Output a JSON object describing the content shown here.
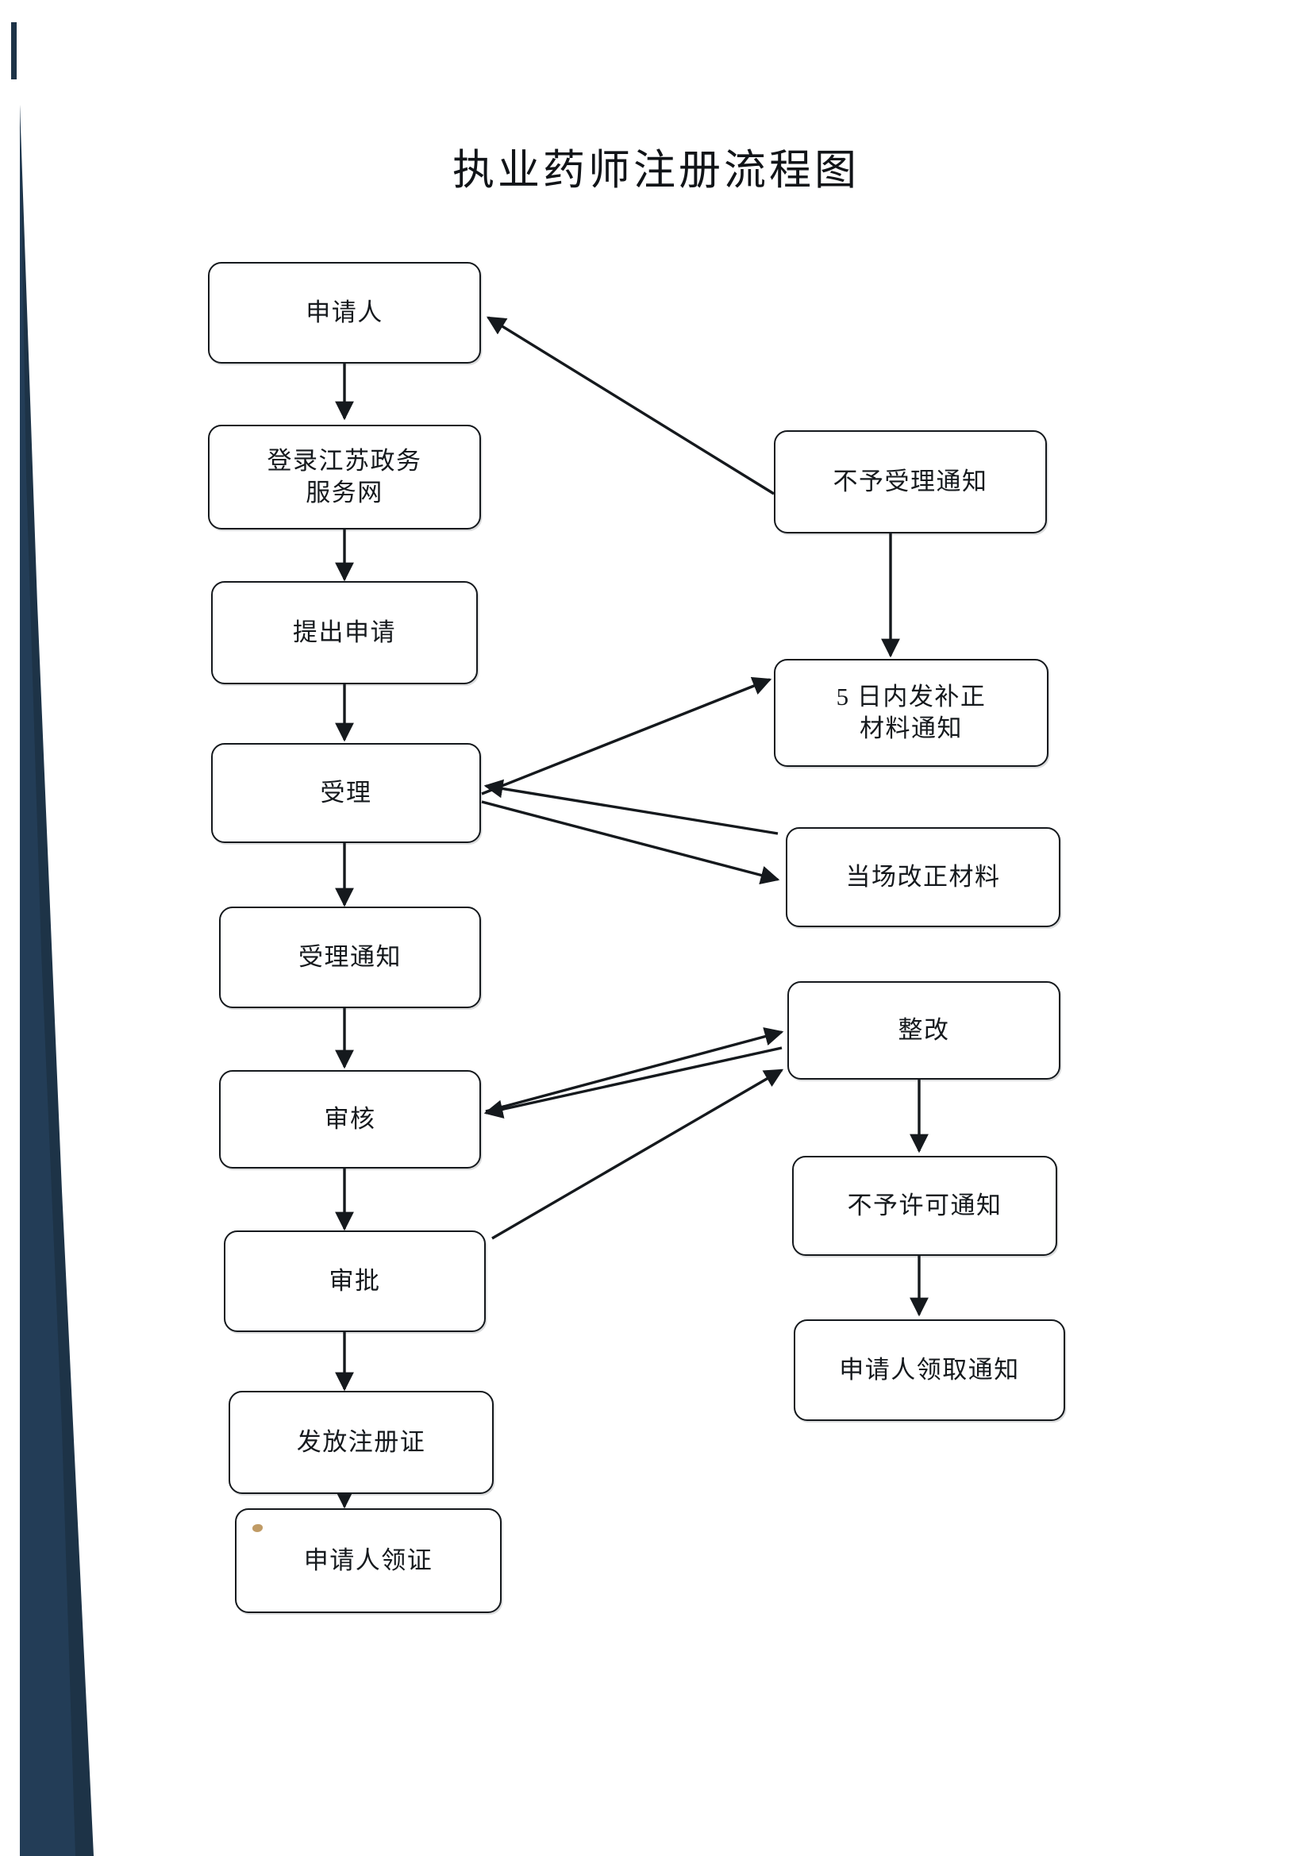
{
  "document": {
    "title": "执业药师注册流程图",
    "page_background": "#ffffff",
    "ink_color": "#15191d",
    "scan_edge_color": "#1d3347"
  },
  "flowchart": {
    "type": "flowchart",
    "orientation": "top-to-bottom, two columns",
    "left_column": [
      {
        "id": "applicant",
        "label": "申请人"
      },
      {
        "id": "login-portal",
        "label": "登录江苏政务\n服务网"
      },
      {
        "id": "submit",
        "label": "提出申请"
      },
      {
        "id": "accept",
        "label": "受理"
      },
      {
        "id": "accept-notice",
        "label": "受理通知"
      },
      {
        "id": "review",
        "label": "审核"
      },
      {
        "id": "approve",
        "label": "审批"
      },
      {
        "id": "issue-cert",
        "label": "发放注册证"
      },
      {
        "id": "collect-cert",
        "label": "申请人领证"
      }
    ],
    "right_column": [
      {
        "id": "reject-notice",
        "label": "不予受理通知"
      },
      {
        "id": "supplement-notice",
        "label": "5 日内发补正\n材料通知"
      },
      {
        "id": "onsite-correct",
        "label": "当场改正材料"
      },
      {
        "id": "rectify",
        "label": "整改"
      },
      {
        "id": "no-permit-notice",
        "label": "不予许可通知"
      },
      {
        "id": "collect-notice",
        "label": "申请人领取通知"
      }
    ],
    "edges": [
      {
        "from": "applicant",
        "to": "login-portal",
        "style": "straight-down"
      },
      {
        "from": "login-portal",
        "to": "submit",
        "style": "straight-down"
      },
      {
        "from": "submit",
        "to": "accept",
        "style": "straight-down"
      },
      {
        "from": "accept",
        "to": "accept-notice",
        "style": "straight-down"
      },
      {
        "from": "accept-notice",
        "to": "review",
        "style": "straight-down"
      },
      {
        "from": "review",
        "to": "approve",
        "style": "straight-down"
      },
      {
        "from": "approve",
        "to": "issue-cert",
        "style": "straight-down"
      },
      {
        "from": "issue-cert",
        "to": "collect-cert",
        "style": "straight-down"
      },
      {
        "from": "reject-notice",
        "to": "applicant",
        "style": "diagonal-up-left"
      },
      {
        "from": "reject-notice",
        "to": "supplement-notice",
        "style": "straight-down"
      },
      {
        "from": "accept",
        "to": "supplement-notice",
        "style": "diagonal-up-right"
      },
      {
        "from": "accept",
        "to": "onsite-correct",
        "style": "diagonal-down-right"
      },
      {
        "from": "onsite-correct",
        "to": "accept",
        "style": "diagonal-up-left"
      },
      {
        "from": "review",
        "to": "rectify",
        "style": "diagonal-up-right"
      },
      {
        "from": "rectify",
        "to": "review",
        "style": "diagonal-down-left"
      },
      {
        "from": "approve",
        "to": "rectify",
        "style": "diagonal-up-right"
      },
      {
        "from": "rectify",
        "to": "no-permit-notice",
        "style": "straight-down"
      },
      {
        "from": "no-permit-notice",
        "to": "collect-notice",
        "style": "straight-down"
      }
    ]
  }
}
